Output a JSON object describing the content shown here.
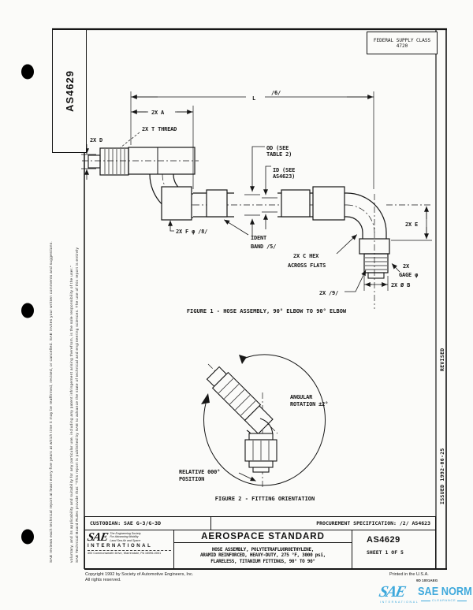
{
  "header": {
    "federal_supply_class_line1": "FEDERAL SUPPLY CLASS",
    "federal_supply_class_line2": "4720",
    "doc_number_vertical": "AS4629"
  },
  "sidebar_left": {
    "disclaimer_line1": "SAE Technical Board Rules provide that: “This report is published by SAE to advance the state of technical and engineering sciences. The use of this report is entirely",
    "disclaimer_line2": "voluntary, and its applicability and suitability for any particular use, including any patent infringement arising therefrom, is the sole responsibility of the user.”",
    "disclaimer_line3": "SAE reviews each technical report at least every five years at which time it may be reaffirmed, revised, or cancelled. SAE invites your written comments and suggestions."
  },
  "sidebar_right": {
    "revised": "REVISED",
    "issued": "ISSUED  1992-06-25"
  },
  "figure1": {
    "caption": "FIGURE 1 - HOSE ASSEMBLY, 90° ELBOW TO 90° ELBOW",
    "labels": {
      "flag_6": "/6/",
      "dim_l": "L",
      "dim_a": "2X A",
      "thread": "2X T THREAD",
      "dim_d": "2X D",
      "od_1": "OD (SEE",
      "od_2": "TABLE 2)",
      "id_1": "ID (SEE",
      "id_2": "AS4623)",
      "dim_f": "2X F φ /8/",
      "ident_1": "IDENT",
      "ident_2": "BAND /5/",
      "hex_1": "2X C HEX",
      "hex_2": "ACROSS FLATS",
      "dim_e": "2X E",
      "gage_1": "2X",
      "gage_2": "GAGE φ",
      "flag_9": "2X /9/",
      "dim_b": "2X Ø B"
    }
  },
  "figure2": {
    "caption": "FIGURE 2 - FITTING ORIENTATION",
    "labels": {
      "rotation_1": "ANGULAR",
      "rotation_2": "ROTATION ±2°",
      "relative_1": "RELATIVE 000°",
      "relative_2": "POSITION"
    }
  },
  "title_block": {
    "custodian": "CUSTODIAN:  SAE G-3/G-3D",
    "procurement": "PROCUREMENT SPECIFICATION:  /2/  AS4623",
    "sae_logo": "SAE",
    "tagline_1": "The Engineering Society",
    "tagline_2": "For Advancing Mobility",
    "tagline_3": "Land Sea Air and Space",
    "international": "INTERNATIONAL",
    "address": "400 Commonwealth Drive, Warrendale, PA 15096-0001",
    "doc_type": "AEROSPACE STANDARD",
    "subtitle_1": "HOSE ASSEMBLY, POLYTETRAFLUOROETHYLENE,",
    "subtitle_2": "ARAMID REINFORCED, HEAVY-DUTY, 275 °F, 3000 psi,",
    "subtitle_3": "FLARELESS, TITANIUM FITTINGS, 90° TO 90°",
    "doc_number": "AS4629",
    "sheet": "SHEET 1 OF 5"
  },
  "footer": {
    "copyright_1": "Copyright 1992  by Society of Automotive Engineers, Inc.",
    "copyright_2": "All rights reserved.",
    "printed": "Printed in the U.S.A.",
    "stamp_code": "9D 1001AEG",
    "stamp_sae": "SAE",
    "stamp_name": "SAE NORM",
    "stamp_international": "INTERNATIONAL",
    "stamp_clearance": "CLEARANCE",
    "stamp_color": "#3fa9dc"
  }
}
